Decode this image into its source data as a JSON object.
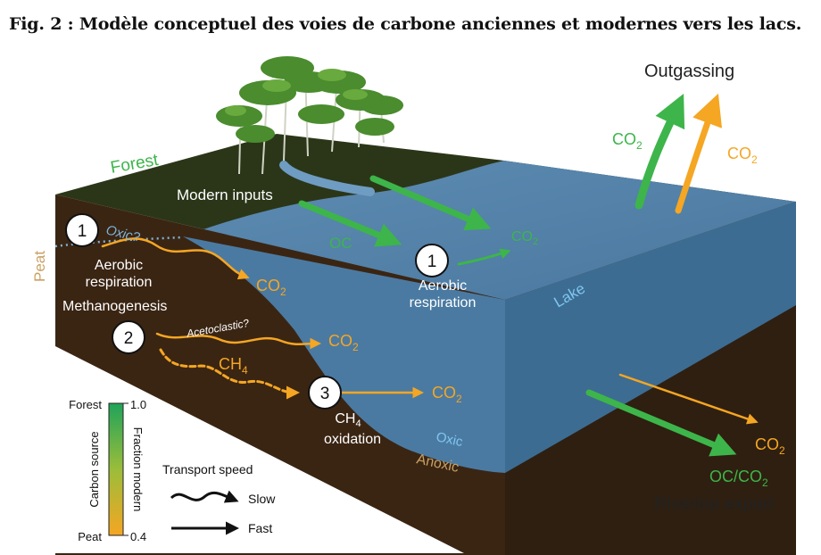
{
  "caption": "Fig. 2 : Modèle conceptuel des voies de carbone anciennes et modernes vers les lacs.",
  "labels": {
    "outgassing": "Outgassing",
    "forest": "Forest",
    "modern_inputs": "Modern inputs",
    "peat": "Peat",
    "oxic_q": "Oxic?",
    "aerobic_respiration": [
      "Aerobic",
      "respiration"
    ],
    "methanogenesis": "Methanogenesis",
    "acetoclastic": "Acetoclastic?",
    "ch4_oxidation_l1": "CH",
    "ch4_oxidation_sub": "4",
    "ch4_oxidation_l2": "oxidation",
    "oc": "OC",
    "lake": "Lake",
    "oxic": "Oxic",
    "anoxic": "Anoxic",
    "oc_co2_l": "OC/CO",
    "riverine_export": "Riverine export",
    "co2_base": "CO",
    "sub2": "2",
    "ch4_base": "CH",
    "sub4": "4",
    "step_numbers": [
      "1",
      "2",
      "3",
      "1"
    ]
  },
  "legend": {
    "axis_title": "Carbon source",
    "axis_title_right": "Fraction modern",
    "top_label": "Forest",
    "top_value": "1.0",
    "bottom_label": "Peat",
    "bottom_value": "0.4",
    "transport_title": "Transport speed",
    "slow": "Slow",
    "fast": "Fast"
  },
  "colors": {
    "green": "#3db54a",
    "orange": "#f5a623",
    "lake_top": "#4f7fa6",
    "lake_side": "#3e6f95",
    "peat": "#3b2613",
    "forest_floor": "#2b3618",
    "white": "#ffffff"
  }
}
